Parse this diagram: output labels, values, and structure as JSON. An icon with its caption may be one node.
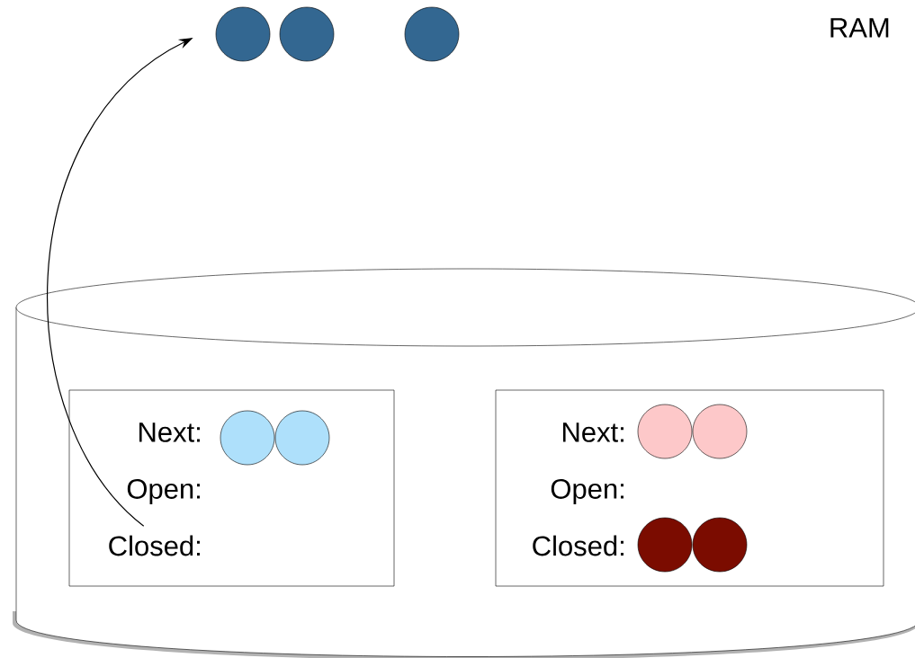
{
  "diagram": {
    "nodes": [
      {
        "text": [],
        "shape": "circle"
      },
      {
        "text": [],
        "shape": "circle"
      },
      {
        "text": [],
        "shape": "circle"
      },
      {
        "text": [],
        "shape": "cylinder"
      },
      {
        "text": [
          "Next:",
          "Open:",
          "Closed:"
        ],
        "in": 3
      },
      {
        "text": [],
        "shape": "circle",
        "in": 4
      },
      {
        "text": [],
        "shape": "circle",
        "in": 4
      },
      {
        "text": [
          "Next:",
          "Open:",
          "Closed:"
        ],
        "in": 3
      },
      {
        "text": [],
        "shape": "circle",
        "in": 7
      },
      {
        "text": [],
        "shape": "circle",
        "in": 7
      },
      {
        "text": [],
        "shape": "circle",
        "in": 7
      },
      {
        "text": [],
        "shape": "circle",
        "in": 7
      }
    ],
    "edges": [
      {
        "from": 4,
        "to": 0,
        "arrow": "to"
      }
    ],
    "labels": [
      "RAM"
    ]
  }
}
